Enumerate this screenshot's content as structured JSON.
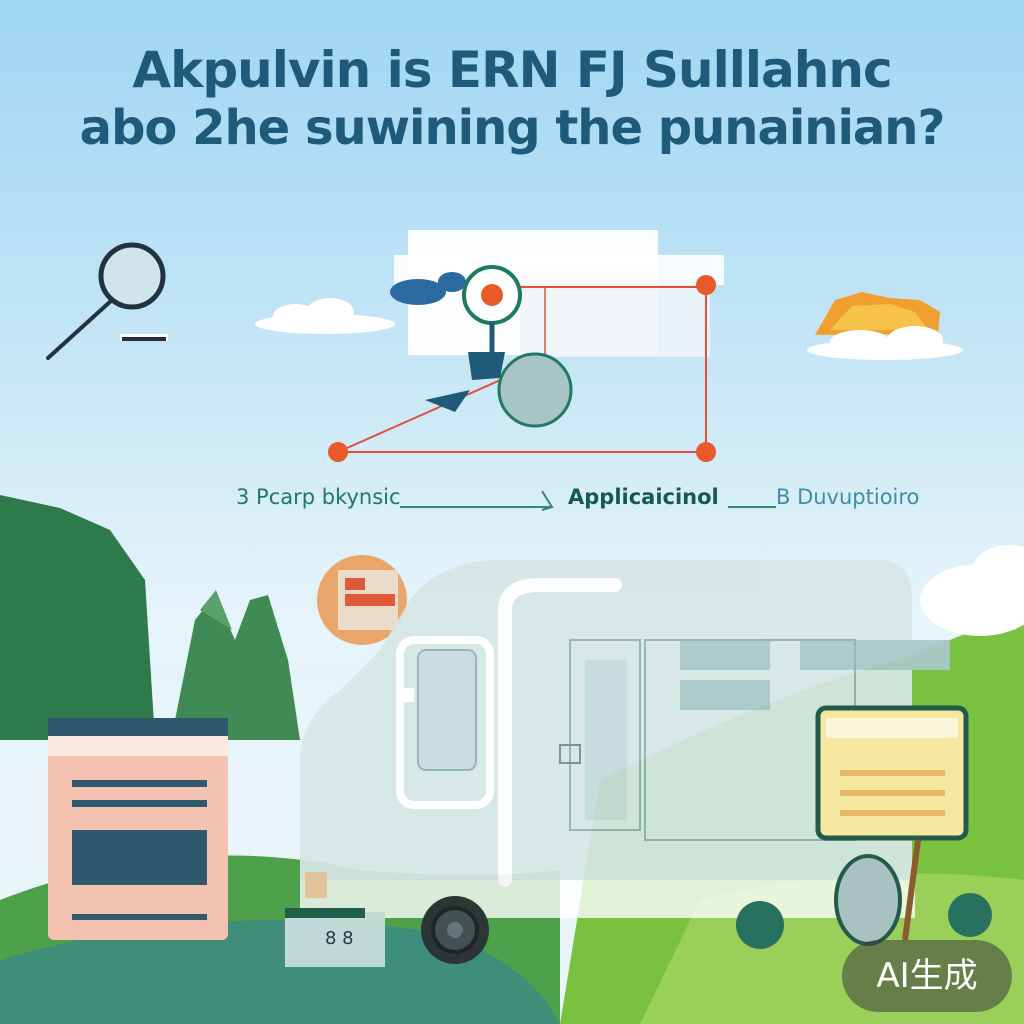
{
  "headline": {
    "line1": "Akpulvin is ERN FJ Sulllahnc",
    "line2": "abo 2he suwining the punainian?"
  },
  "flow": {
    "step1": "3 Pcarp bkynsic",
    "step2": "Applicaicinol",
    "step3": "B Duvuptioiro"
  },
  "vehicle_sign": "8 8",
  "watermark": "AI生成",
  "colors": {
    "title": "#1f5a7a",
    "accent_line": "#e0503a",
    "flow_text": "#1f7a62",
    "hill_dark": "#2f7a4a",
    "hill_light": "#7cc54a"
  },
  "icons": [
    "magnifier-icon",
    "cloud-icon",
    "sun-cloud-icon",
    "target-icon",
    "document-card-icon",
    "note-card-icon",
    "wheel-icon"
  ]
}
